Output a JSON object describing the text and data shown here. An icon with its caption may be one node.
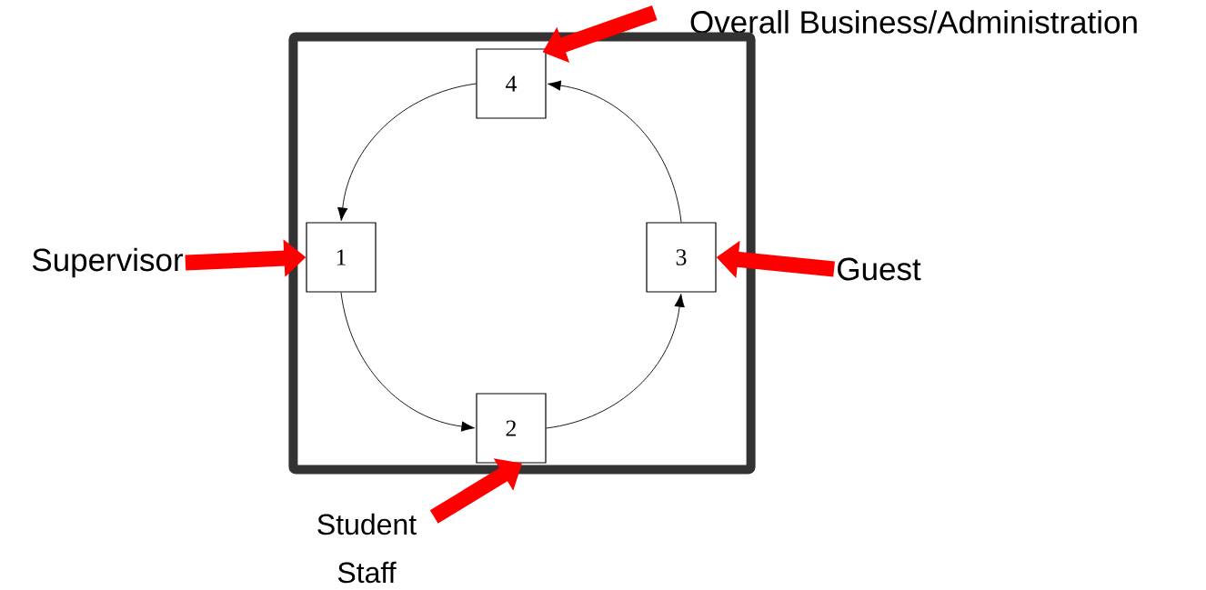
{
  "diagram": {
    "nodes": [
      {
        "text": [],
        "shape": "box"
      },
      {
        "text": [
          "4"
        ],
        "in": 0
      },
      {
        "text": [
          "1"
        ],
        "in": 0
      },
      {
        "text": [
          "3"
        ],
        "in": 0
      },
      {
        "text": [
          "2"
        ],
        "in": 0
      },
      {
        "text": [
          "Overall Business/Administration"
        ]
      },
      {
        "text": [
          "Supervisor"
        ]
      },
      {
        "text": [
          "Guest"
        ]
      },
      {
        "text": [
          "Student Staff"
        ]
      }
    ],
    "edges": [
      {
        "from": 1,
        "to": 2,
        "arrow": "to"
      },
      {
        "from": 2,
        "to": 4,
        "arrow": "to"
      },
      {
        "from": 4,
        "to": 3,
        "arrow": "to"
      },
      {
        "from": 3,
        "to": 1,
        "arrow": "to"
      },
      {
        "from": 5,
        "to": 1,
        "arrow": "to",
        "style": "thick",
        "color": "#ff0000"
      },
      {
        "from": 6,
        "to": 2,
        "arrow": "to",
        "style": "thick",
        "color": "#ff0000"
      },
      {
        "from": 7,
        "to": 3,
        "arrow": "to",
        "style": "thick",
        "color": "#ff0000"
      },
      {
        "from": 8,
        "to": 4,
        "arrow": "to",
        "style": "thick",
        "color": "#ff0000"
      }
    ]
  }
}
